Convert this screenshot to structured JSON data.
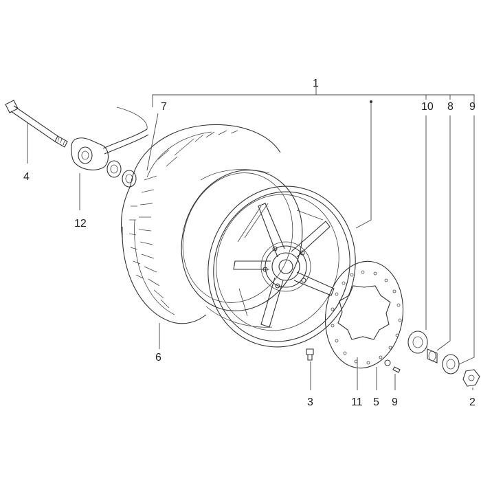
{
  "callouts": {
    "c1": "1",
    "c2": "2",
    "c3": "3",
    "c4": "4",
    "c5": "5",
    "c6": "6",
    "c7": "7",
    "c8": "8",
    "c9_top": "9",
    "c9_bottom": "9",
    "c10": "10",
    "c11": "11",
    "c12": "12"
  },
  "colors": {
    "line": "#333333",
    "background": "#ffffff"
  }
}
